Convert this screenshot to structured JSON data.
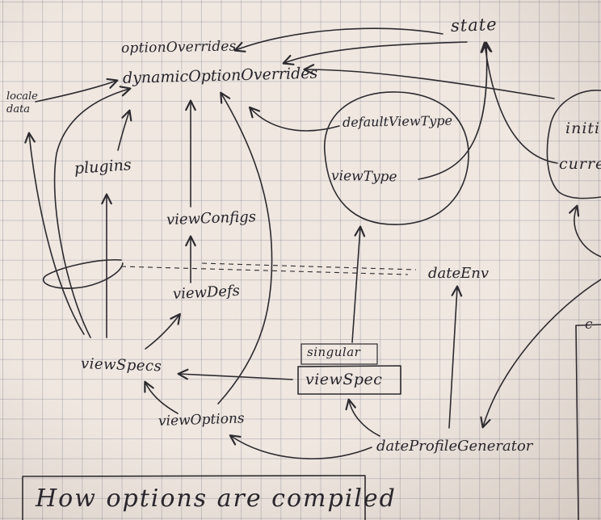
{
  "nodes": {
    "optionOverrides": "optionOverrides",
    "dynamicOptionOverrides": "dynamicOptionOverrides",
    "state": "state",
    "localeData": "locale data",
    "plugins": "plugins",
    "defaultViewType": "defaultViewType",
    "viewType": "viewType",
    "initialPartial": "initi",
    "currentPartial": "curre",
    "viewConfigs": "viewConfigs",
    "dateEnv": "dateEnv",
    "viewDefs": "viewDefs",
    "singular": "singular",
    "viewSpec": "viewSpec",
    "viewSpecs": "viewSpecs",
    "viewOptions": "viewOptions",
    "dateProfileGenerator": "dateProfileGenerator",
    "cutoffLabel": "c"
  },
  "caption": "How options are compiled"
}
